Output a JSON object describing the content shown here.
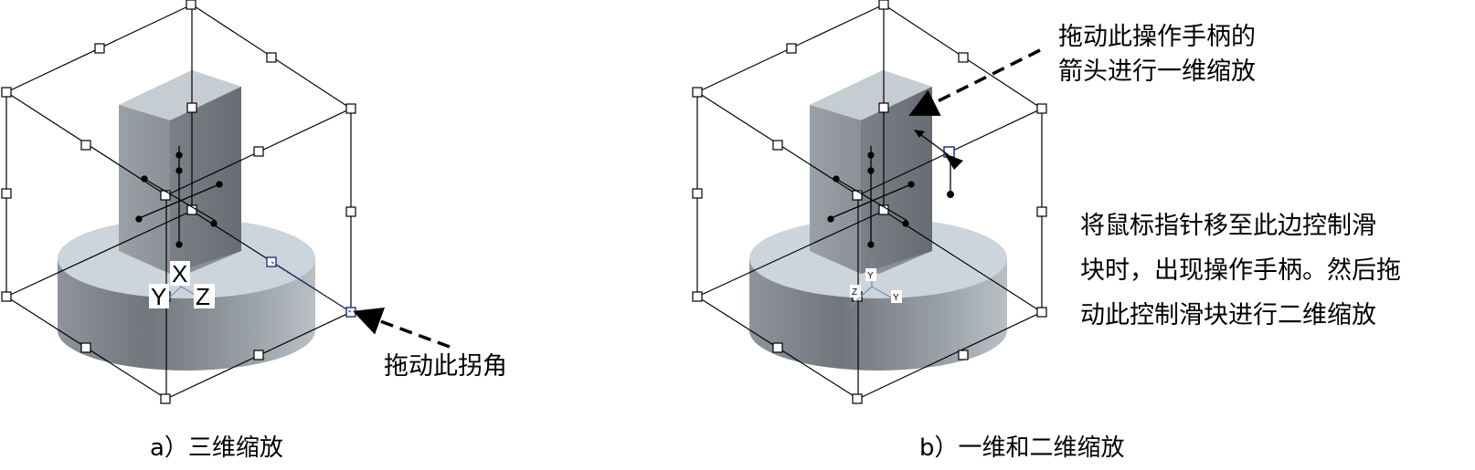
{
  "panel_a": {
    "caption": "a）三维缩放",
    "annotation": "拖动此拐角",
    "axis_labels": {
      "x": "X",
      "y": "Y",
      "z": "Z"
    }
  },
  "panel_b": {
    "caption": "b）一维和二维缩放",
    "annotation_top": [
      "拖动此操作手柄的",
      "箭头进行一维缩放"
    ],
    "annotation_right": [
      "将鼠标指针移至此边控制滑",
      "块时，出现操作手柄。然后拖",
      "动此控制滑块进行二维缩放"
    ],
    "axis_labels": {
      "x": "Y",
      "y": "Z",
      "z": "Y"
    }
  },
  "colors": {
    "block_front": "#8f969c",
    "block_side": "#6f767c",
    "block_top": "#c6cdd2",
    "base_top": "#cdd5dc",
    "base_side": "#8c9298",
    "handle_blue": "#2e3c90"
  }
}
